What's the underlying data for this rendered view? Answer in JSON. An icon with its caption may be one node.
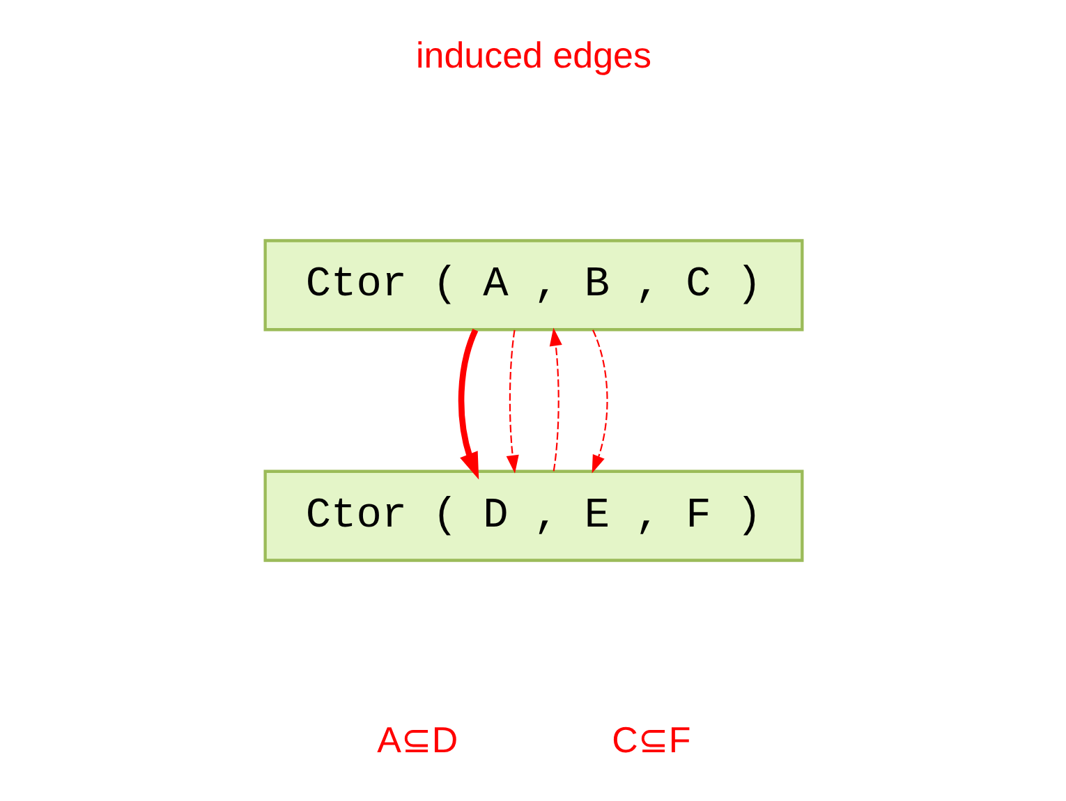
{
  "diagram": {
    "nodes": [
      {
        "text": [
          "Ctor ( A , B , C )"
        ]
      },
      {
        "text": [
          "Ctor ( D , E , F )"
        ]
      }
    ],
    "edges": [
      {
        "from": 0,
        "to": 1,
        "arrow": "to",
        "style": "thick"
      },
      {
        "from": 0,
        "to": 1,
        "arrow": "to",
        "style": "dashed"
      },
      {
        "from": 1,
        "to": 0,
        "arrow": "to",
        "style": "dashed"
      },
      {
        "from": 0,
        "to": 1,
        "arrow": "to",
        "style": "dashed"
      }
    ],
    "labels": [
      "induced edges",
      "A⊆D",
      "C⊆F"
    ]
  }
}
